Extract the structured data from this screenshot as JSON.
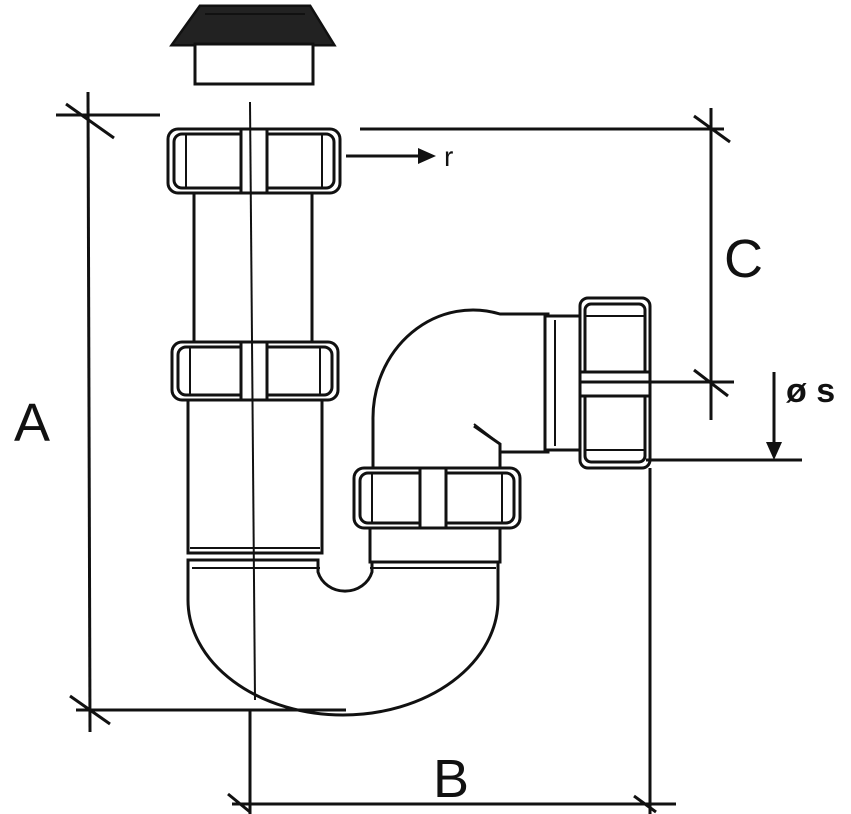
{
  "labels": {
    "A": "A",
    "B": "B",
    "C": "C",
    "r": "r",
    "s": "ø s"
  },
  "colors": {
    "line": "#111111",
    "background": "#ffffff"
  }
}
